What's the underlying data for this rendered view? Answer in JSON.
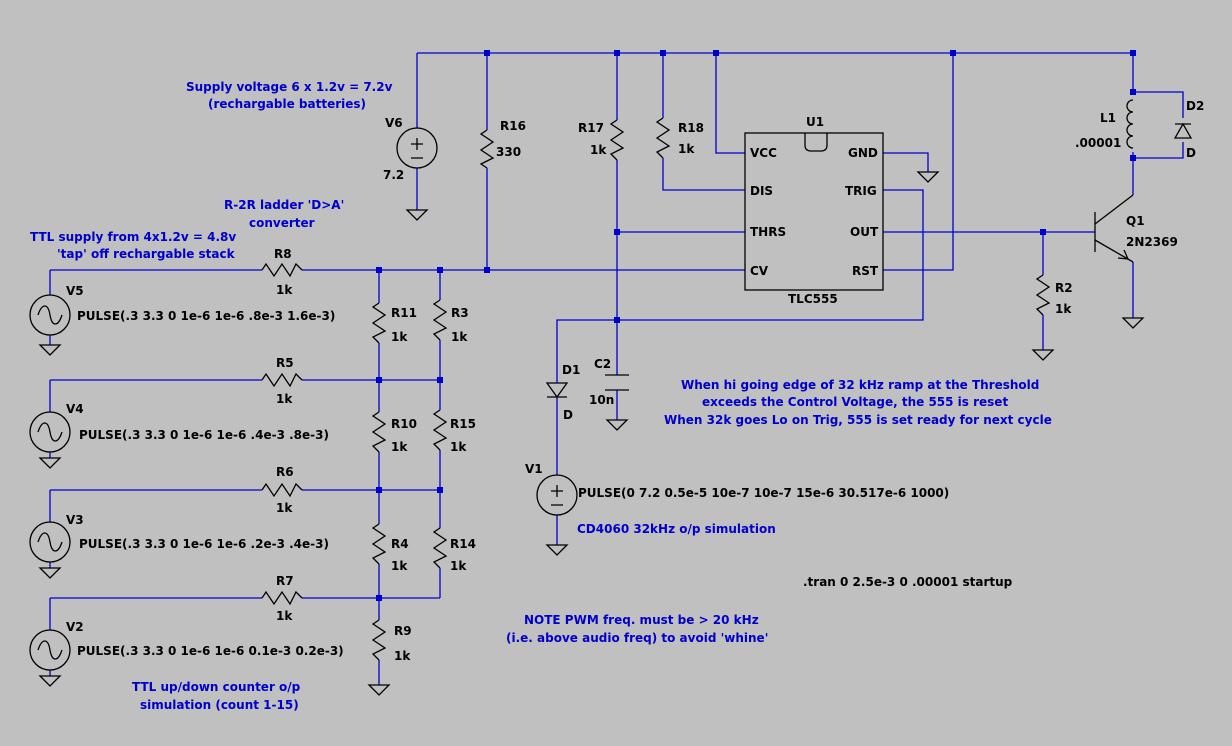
{
  "comments": {
    "supply_line1": "Supply voltage 6 x 1.2v = 7.2v",
    "supply_line2": "(rechargable batteries)",
    "r2r_line1": "R-2R ladder 'D>A'",
    "r2r_line2": "converter",
    "ttl_line1": "TTL supply from 4x1.2v = 4.8v",
    "ttl_line2": "'tap' off rechargable stack",
    "threshold_line1": "When hi going edge of 32 kHz ramp at the Threshold",
    "threshold_line2": "exceeds the Control Voltage, the 555 is reset",
    "threshold_line3": "When 32k goes Lo on Trig, 555 is set ready for next cycle",
    "cd4060": "CD4060 32kHz o/p simulation",
    "note_line1": "NOTE PWM freq. must be > 20 kHz",
    "note_line2": "(i.e. above audio freq) to avoid 'whine'",
    "counter_line1": "TTL up/down counter o/p",
    "counter_line2": "simulation (count 1-15)"
  },
  "directive": ".tran 0 2.5e-3 0 .00001 startup",
  "components": {
    "V6": {
      "name": "V6",
      "value": "7.2"
    },
    "R16": {
      "name": "R16",
      "value": "330"
    },
    "R17": {
      "name": "R17",
      "value": "1k"
    },
    "R18": {
      "name": "R18",
      "value": "1k"
    },
    "U1": {
      "name": "U1",
      "part": "TLC555"
    },
    "L1": {
      "name": "L1",
      "value": ".00001"
    },
    "D2": {
      "name": "D2",
      "value": "D"
    },
    "Q1": {
      "name": "Q1",
      "value": "2N2369"
    },
    "R2": {
      "name": "R2",
      "value": "1k"
    },
    "R8": {
      "name": "R8",
      "value": "1k"
    },
    "R11": {
      "name": "R11",
      "value": "1k"
    },
    "R3": {
      "name": "R3",
      "value": "1k"
    },
    "R5": {
      "name": "R5",
      "value": "1k"
    },
    "R10": {
      "name": "R10",
      "value": "1k"
    },
    "R15": {
      "name": "R15",
      "value": "1k"
    },
    "R6": {
      "name": "R6",
      "value": "1k"
    },
    "R4": {
      "name": "R4",
      "value": "1k"
    },
    "R14": {
      "name": "R14",
      "value": "1k"
    },
    "R7": {
      "name": "R7",
      "value": "1k"
    },
    "R9": {
      "name": "R9",
      "value": "1k"
    },
    "C2": {
      "name": "C2",
      "value": "10n"
    },
    "D1": {
      "name": "D1",
      "value": "D"
    },
    "V1": {
      "name": "V1",
      "value": "PULSE(0 7.2 0.5e-5 10e-7 10e-7 15e-6 30.517e-6 1000)"
    },
    "V5": {
      "name": "V5",
      "value": "PULSE(.3 3.3 0 1e-6 1e-6 .8e-3 1.6e-3)"
    },
    "V4": {
      "name": "V4",
      "value": "PULSE(.3 3.3 0 1e-6 1e-6 .4e-3 .8e-3)"
    },
    "V3": {
      "name": "V3",
      "value": "PULSE(.3 3.3 0 1e-6 1e-6 .2e-3 .4e-3)"
    },
    "V2": {
      "name": "V2",
      "value": "PULSE(.3 3.3 0 1e-6 1e-6 0.1e-3 0.2e-3)"
    }
  },
  "ic_pins": {
    "vcc": "VCC",
    "gnd": "GND",
    "dis": "DIS",
    "trig": "TRIG",
    "thrs": "THRS",
    "out": "OUT",
    "cv": "CV",
    "rst": "RST"
  },
  "colors": {
    "background": "#c0c0c0",
    "wire": "#0000cc",
    "component": "#000000",
    "comment": "#0000cc"
  }
}
